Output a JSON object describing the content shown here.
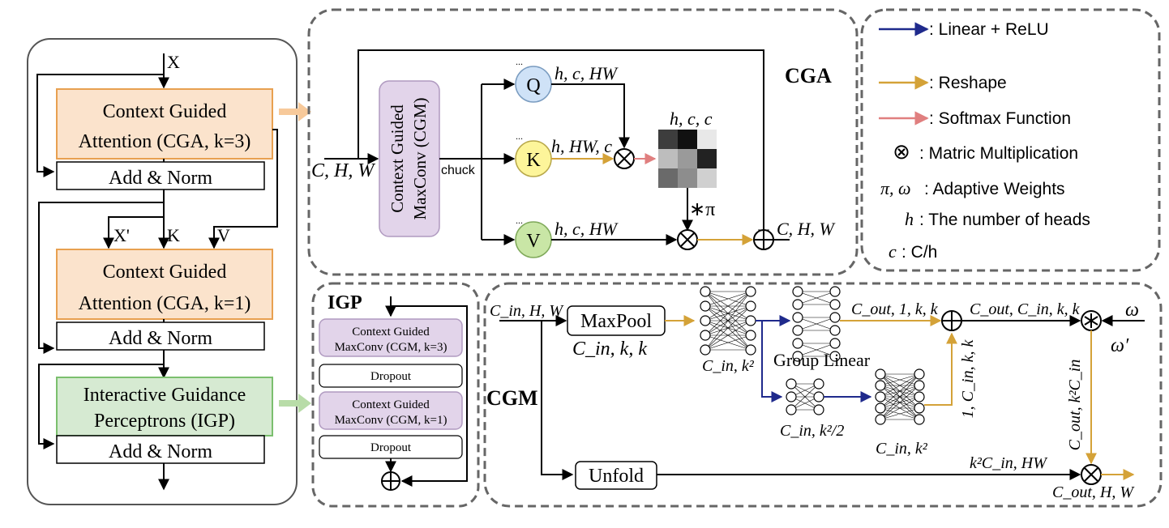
{
  "encoder_stack": {
    "input_label": "X",
    "cga_block_1": [
      "Context Guided",
      "Attention (CGA, k=3)"
    ],
    "add_norm_1": "Add & Norm",
    "x_prime_label": "X'",
    "k_label": "K",
    "v_label": "V",
    "cga_block_2": [
      "Context Guided",
      "Attention (CGA, k=1)"
    ],
    "add_norm_2": "Add & Norm",
    "igp_block": [
      "Interactive Guidance",
      "Perceptrons (IGP)"
    ],
    "add_norm_3": "Add & Norm"
  },
  "cga_panel": {
    "title": "CGA",
    "cgm_box": [
      "Context Guided",
      "MaxConv (CGM)"
    ],
    "input_dims": "C, H, W",
    "chuck_label": "chuck",
    "q_node": "Q",
    "k_node": "K",
    "v_node": "V",
    "q_dims": "h, c, HW",
    "k_dims": "h, HW, c",
    "v_dims": "h, c, HW",
    "attn_dims": "h, c, c",
    "pi_label": "∗π",
    "output_dims": "C, H, W",
    "ellipsis": "..."
  },
  "legend": {
    "items": [
      {
        "symbol": "arrow",
        "color": "#1f2a8c",
        "text": ": Linear + ReLU"
      },
      {
        "symbol": "arrow",
        "color": "#d4a238",
        "text": ": Reshape"
      },
      {
        "symbol": "arrow",
        "color": "#e07f7f",
        "text": ": Softmax Function"
      },
      {
        "symbol": "⊗",
        "text": ": Matric Multiplication"
      },
      {
        "symbol": "π, ω",
        "text": ": Adaptive Weights"
      },
      {
        "symbol": "h",
        "text": ": The number of heads"
      },
      {
        "symbol": "c",
        "text": ":  C/h"
      }
    ]
  },
  "igp_panel": {
    "title": "IGP",
    "cgm_box_1": [
      "Context Guided",
      "MaxConv (CGM, k=3)"
    ],
    "dropout_1": "Dropout",
    "cgm_box_2": [
      "Context Guided",
      "MaxConv (CGM, k=1)"
    ],
    "dropout_2": "Dropout"
  },
  "cgm_panel": {
    "title": "CGM",
    "input_dims": "C_in, H, W",
    "maxpool": "MaxPool",
    "maxpool_dims": "C_in, k, k",
    "fc1_dims": "C_in, k²",
    "group_linear": "Group Linear",
    "group_out_dims": "C_out, 1, k, k",
    "branch_dims": "C_in, k²/2",
    "fc2_dims": "C_in, k²",
    "vertical_dims": "1, C_in, k, k",
    "kernel_dims": "C_out, C_in, k, k",
    "omega": "ω",
    "omega_prime": "ω′",
    "kernel_reshape_dims": "C_out, k²C_in",
    "unfold": "Unfold",
    "unfold_dims": "k²C_in, HW",
    "output_dims": "C_out, H, W"
  },
  "colors": {
    "cga_fill": "#fbe3cc",
    "cga_border": "#e8a050",
    "igp_fill": "#d6ead2",
    "cgm_fill": "#e2d4ea",
    "q_fill": "#cfe2f7",
    "k_fill": "#fdf59a",
    "v_fill": "#c9e6a6",
    "linear_relu": "#1f2a8c",
    "reshape": "#d4a238",
    "softmax": "#e07f7f"
  }
}
